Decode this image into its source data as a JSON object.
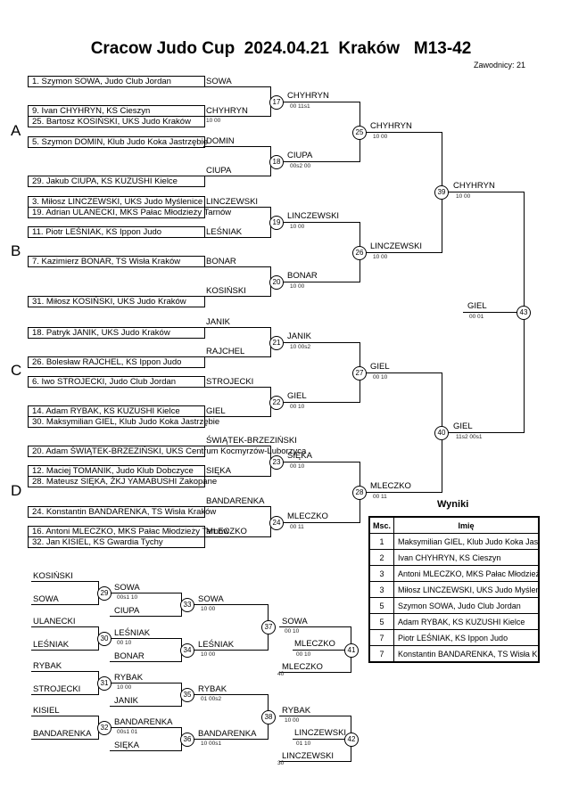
{
  "title": "Cracow Judo Cup  2024.04.21  Kraków   M13-42",
  "competitors_label": "Zawodnicy: 21",
  "pools": [
    "A",
    "B",
    "C",
    "D"
  ],
  "entries": [
    "1. Szymon SOWA, Judo Club Jordan",
    "9. Ivan CHYHRYN, KS Cieszyn",
    "25. Bartosz KOSIŃSKI, UKS Judo Kraków",
    "5. Szymon DOMIN, Klub Judo Koka Jastrzębie",
    "29. Jakub CIUPA, KS KUZUSHI Kielce",
    "3. Miłosz LINCZEWSKI, UKS Judo Myślenice",
    "19. Adrian ULANECKI, MKS Pałac Młodzieży Tarnów",
    "11. Piotr LEŚNIAK, KS Ippon Judo",
    "7. Kazimierz BONAR, TS Wisła Kraków",
    "31. Miłosz KOSIŃSKI, UKS Judo Kraków",
    "18. Patryk JANIK, UKS Judo Kraków",
    "26. Bolesław RAJCHEL, KS Ippon Judo",
    "6. Iwo STROJECKI, Judo Club Jordan",
    "14. Adam RYBAK, KS KUZUSHI Kielce",
    "30. Maksymilian GIEL, Klub Judo Koka Jastrzębie",
    "20. Adam ŚWIĄTEK-BRZEZIŃSKI, UKS Centrum Kocmyrzów-Luborzyca",
    "12. Maciej TOMANIK, Judo Klub Dobczyce",
    "28. Mateusz SIĘKA, ŻKJ YAMABUSHI Zakopane",
    "24. Konstantin BANDARENKA, TS Wisła Kraków",
    "16. Antoni MLECZKO, MKS Pałac Młodzieży Tarnów",
    "32. Jan KISIEL, KS Gwardia Tychy"
  ],
  "r1_labels": [
    "SOWA",
    "CHYHRYN",
    "DOMIN",
    "CIUPA",
    "LINCZEWSKI",
    "LEŚNIAK",
    "BONAR",
    "KOSIŃSKI",
    "JANIK",
    "RAJCHEL",
    "STROJECKI",
    "GIEL",
    "ŚWIĄTEK-BRZEZIŃSKI",
    "SIĘKA",
    "BANDARENKA",
    "MLECZKO"
  ],
  "fights": {
    "f17": {
      "no": "17",
      "winner": "CHYHRYN",
      "score": "00   11s1"
    },
    "f18": {
      "no": "18",
      "winner": "CIUPA",
      "score": "00s2   00"
    },
    "f19": {
      "no": "19",
      "winner": "LINCZEWSKI",
      "score": "10   00"
    },
    "f20": {
      "no": "20",
      "winner": "BONAR",
      "score": "10   00"
    },
    "f21": {
      "no": "21",
      "winner": "JANIK",
      "score": "10   00s2"
    },
    "f22": {
      "no": "22",
      "winner": "GIEL",
      "score": "00   10"
    },
    "f23": {
      "no": "23",
      "winner": "SIĘKA",
      "score": "00   10"
    },
    "f24": {
      "no": "24",
      "winner": "MLECZKO",
      "score": "00   11"
    },
    "f25": {
      "no": "25",
      "winner": "CHYHRYN",
      "score": "10   00"
    },
    "f26": {
      "no": "26",
      "winner": "LINCZEWSKI",
      "score": "10   00"
    },
    "f27": {
      "no": "27",
      "winner": "GIEL",
      "score": "00   10"
    },
    "f28": {
      "no": "28",
      "winner": "MLECZKO",
      "score": "00   11"
    },
    "f39": {
      "no": "39",
      "winner": "CHYHRYN",
      "score": "10   00"
    },
    "f40": {
      "no": "40",
      "winner": "GIEL",
      "score": "11s2   00s1"
    },
    "f43": {
      "no": "43",
      "winner": "GIEL",
      "score": "00   01"
    },
    "f9_pre": {
      "score": "10   00"
    }
  },
  "repechage": {
    "r29a": "KOSIŃSKI",
    "r29b": "SOWA",
    "r29": {
      "no": "29",
      "winner": "SOWA",
      "score": "00s1   10"
    },
    "r30a": "ULANECKI",
    "r30b": "LEŚNIAK",
    "r30": {
      "no": "30",
      "winner": "LEŚNIAK",
      "score": "00   10"
    },
    "r31a": "RYBAK",
    "r31b": "STROJECKI",
    "r31": {
      "no": "31",
      "winner": "RYBAK",
      "score": "10   00"
    },
    "r32a": "KISIEL",
    "r32b": "BANDARENKA",
    "r32": {
      "no": "32",
      "winner": "BANDARENKA",
      "score": "00s1   01"
    },
    "r33": {
      "no": "33",
      "opp": "CIUPA",
      "winner": "SOWA",
      "score": "10   00"
    },
    "r34": {
      "no": "34",
      "opp": "BONAR",
      "winner": "LEŚNIAK",
      "score": "10   00"
    },
    "r35": {
      "no": "35",
      "opp": "JANIK",
      "winner": "RYBAK",
      "score": "01   00s2"
    },
    "r36": {
      "no": "36",
      "opp": "SIĘKA",
      "winner": "BANDARENKA",
      "score": "10   00s1"
    },
    "r37": {
      "no": "37",
      "winner": "SOWA",
      "score": "00   10"
    },
    "r38": {
      "no": "38",
      "winner": "RYBAK",
      "score": "10   00"
    },
    "r41": {
      "no": "41",
      "opp": "MLECZKO",
      "winner": "MLECZKO",
      "score": "40"
    },
    "r42": {
      "no": "42",
      "opp": "LINCZEWSKI",
      "winner": "LINCZEWSKI",
      "score": "01   10",
      "extra": "30"
    }
  },
  "results": {
    "title": "Wyniki",
    "col_place": "Msc.",
    "col_name": "Imię",
    "rows": [
      {
        "place": "1",
        "name": "Maksymilian GIEL, Klub Judo Koka Jastrzębie"
      },
      {
        "place": "2",
        "name": "Ivan CHYHRYN, KS Cieszyn"
      },
      {
        "place": "3",
        "name": "Antoni MLECZKO, MKS Pałac Młodzieży Tarnów"
      },
      {
        "place": "3",
        "name": "Miłosz LINCZEWSKI, UKS Judo Myślenice"
      },
      {
        "place": "5",
        "name": "Szymon SOWA, Judo Club Jordan"
      },
      {
        "place": "5",
        "name": "Adam RYBAK, KS KUZUSHI Kielce"
      },
      {
        "place": "7",
        "name": "Piotr LEŚNIAK, KS Ippon Judo"
      },
      {
        "place": "7",
        "name": "Konstantin BANDARENKA, TS Wisła Kraków"
      }
    ]
  }
}
